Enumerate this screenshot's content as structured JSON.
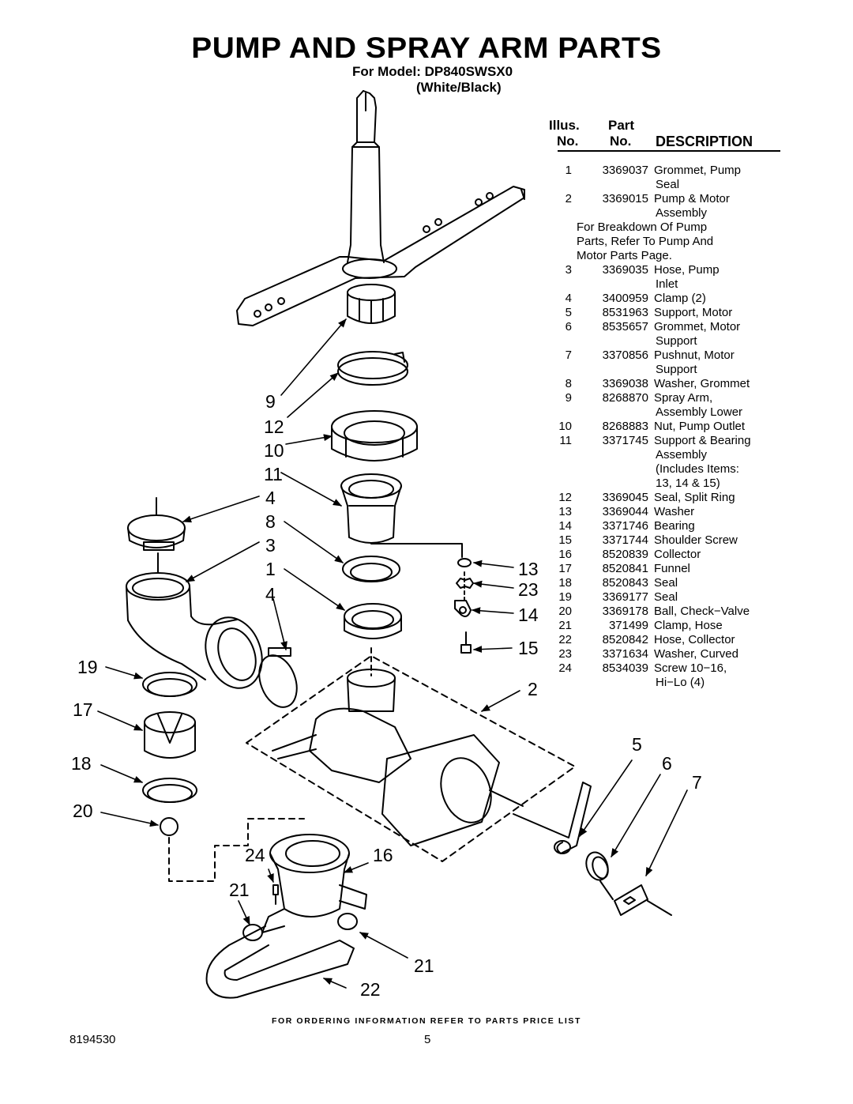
{
  "header": {
    "title": "PUMP AND SPRAY ARM PARTS",
    "model_line": "For Model: DP840SWSX0",
    "color_line": "(White/Black)"
  },
  "table": {
    "col_illus_top": "Illus.",
    "col_illus_bottom": "No.",
    "col_part_top": "Part",
    "col_part_bottom": "No.",
    "col_description": "DESCRIPTION",
    "rows": [
      {
        "n": "1",
        "p": "3369037",
        "d": [
          "Grommet, Pump",
          "Seal"
        ]
      },
      {
        "n": "2",
        "p": "3369015",
        "d": [
          "Pump & Motor",
          "Assembly"
        ]
      },
      {
        "n": "3",
        "p": "3369035",
        "d": [
          "Hose, Pump",
          "Inlet"
        ]
      },
      {
        "n": "4",
        "p": "3400959",
        "d": [
          "Clamp (2)"
        ]
      },
      {
        "n": "5",
        "p": "8531963",
        "d": [
          "Support, Motor"
        ]
      },
      {
        "n": "6",
        "p": "8535657",
        "d": [
          "Grommet, Motor",
          "Support"
        ]
      },
      {
        "n": "7",
        "p": "3370856",
        "d": [
          "Pushnut, Motor",
          "Support"
        ]
      },
      {
        "n": "8",
        "p": "3369038",
        "d": [
          "Washer, Grommet"
        ]
      },
      {
        "n": "9",
        "p": "8268870",
        "d": [
          "Spray Arm,",
          "Assembly Lower"
        ]
      },
      {
        "n": "10",
        "p": "8268883",
        "d": [
          "Nut, Pump Outlet"
        ]
      },
      {
        "n": "11",
        "p": "3371745",
        "d": [
          "Support & Bearing",
          "Assembly",
          "(Includes Items:",
          "13, 14 & 15)"
        ]
      },
      {
        "n": "12",
        "p": "3369045",
        "d": [
          "Seal, Split Ring"
        ]
      },
      {
        "n": "13",
        "p": "3369044",
        "d": [
          "Washer"
        ]
      },
      {
        "n": "14",
        "p": "3371746",
        "d": [
          "Bearing"
        ]
      },
      {
        "n": "15",
        "p": "3371744",
        "d": [
          "Shoulder Screw"
        ]
      },
      {
        "n": "16",
        "p": "8520839",
        "d": [
          "Collector"
        ]
      },
      {
        "n": "17",
        "p": "8520841",
        "d": [
          "Funnel"
        ]
      },
      {
        "n": "18",
        "p": "8520843",
        "d": [
          "Seal"
        ]
      },
      {
        "n": "19",
        "p": "3369177",
        "d": [
          "Seal"
        ]
      },
      {
        "n": "20",
        "p": "3369178",
        "d": [
          "Ball, Check−Valve"
        ]
      },
      {
        "n": "21",
        "p": "371499",
        "d": [
          "Clamp, Hose"
        ]
      },
      {
        "n": "22",
        "p": "8520842",
        "d": [
          "Hose, Collector"
        ]
      },
      {
        "n": "23",
        "p": "3371634",
        "d": [
          "Washer, Curved"
        ]
      },
      {
        "n": "24",
        "p": "8534039",
        "d": [
          "Screw 10−16,",
          "Hi−Lo (4)"
        ]
      }
    ],
    "note_lines": [
      "For Breakdown Of Pump",
      "Parts, Refer To Pump And",
      "Motor Parts Page."
    ]
  },
  "callouts": [
    "9",
    "12",
    "10",
    "11",
    "4",
    "8",
    "3",
    "1",
    "4",
    "19",
    "17",
    "18",
    "20",
    "24",
    "21",
    "13",
    "23",
    "14",
    "15",
    "2",
    "5",
    "6",
    "7",
    "16",
    "21",
    "22"
  ],
  "footer": {
    "ordering": "FOR ORDERING INFORMATION REFER TO PARTS PRICE LIST",
    "doc_number": "8194530",
    "page_number": "5"
  }
}
